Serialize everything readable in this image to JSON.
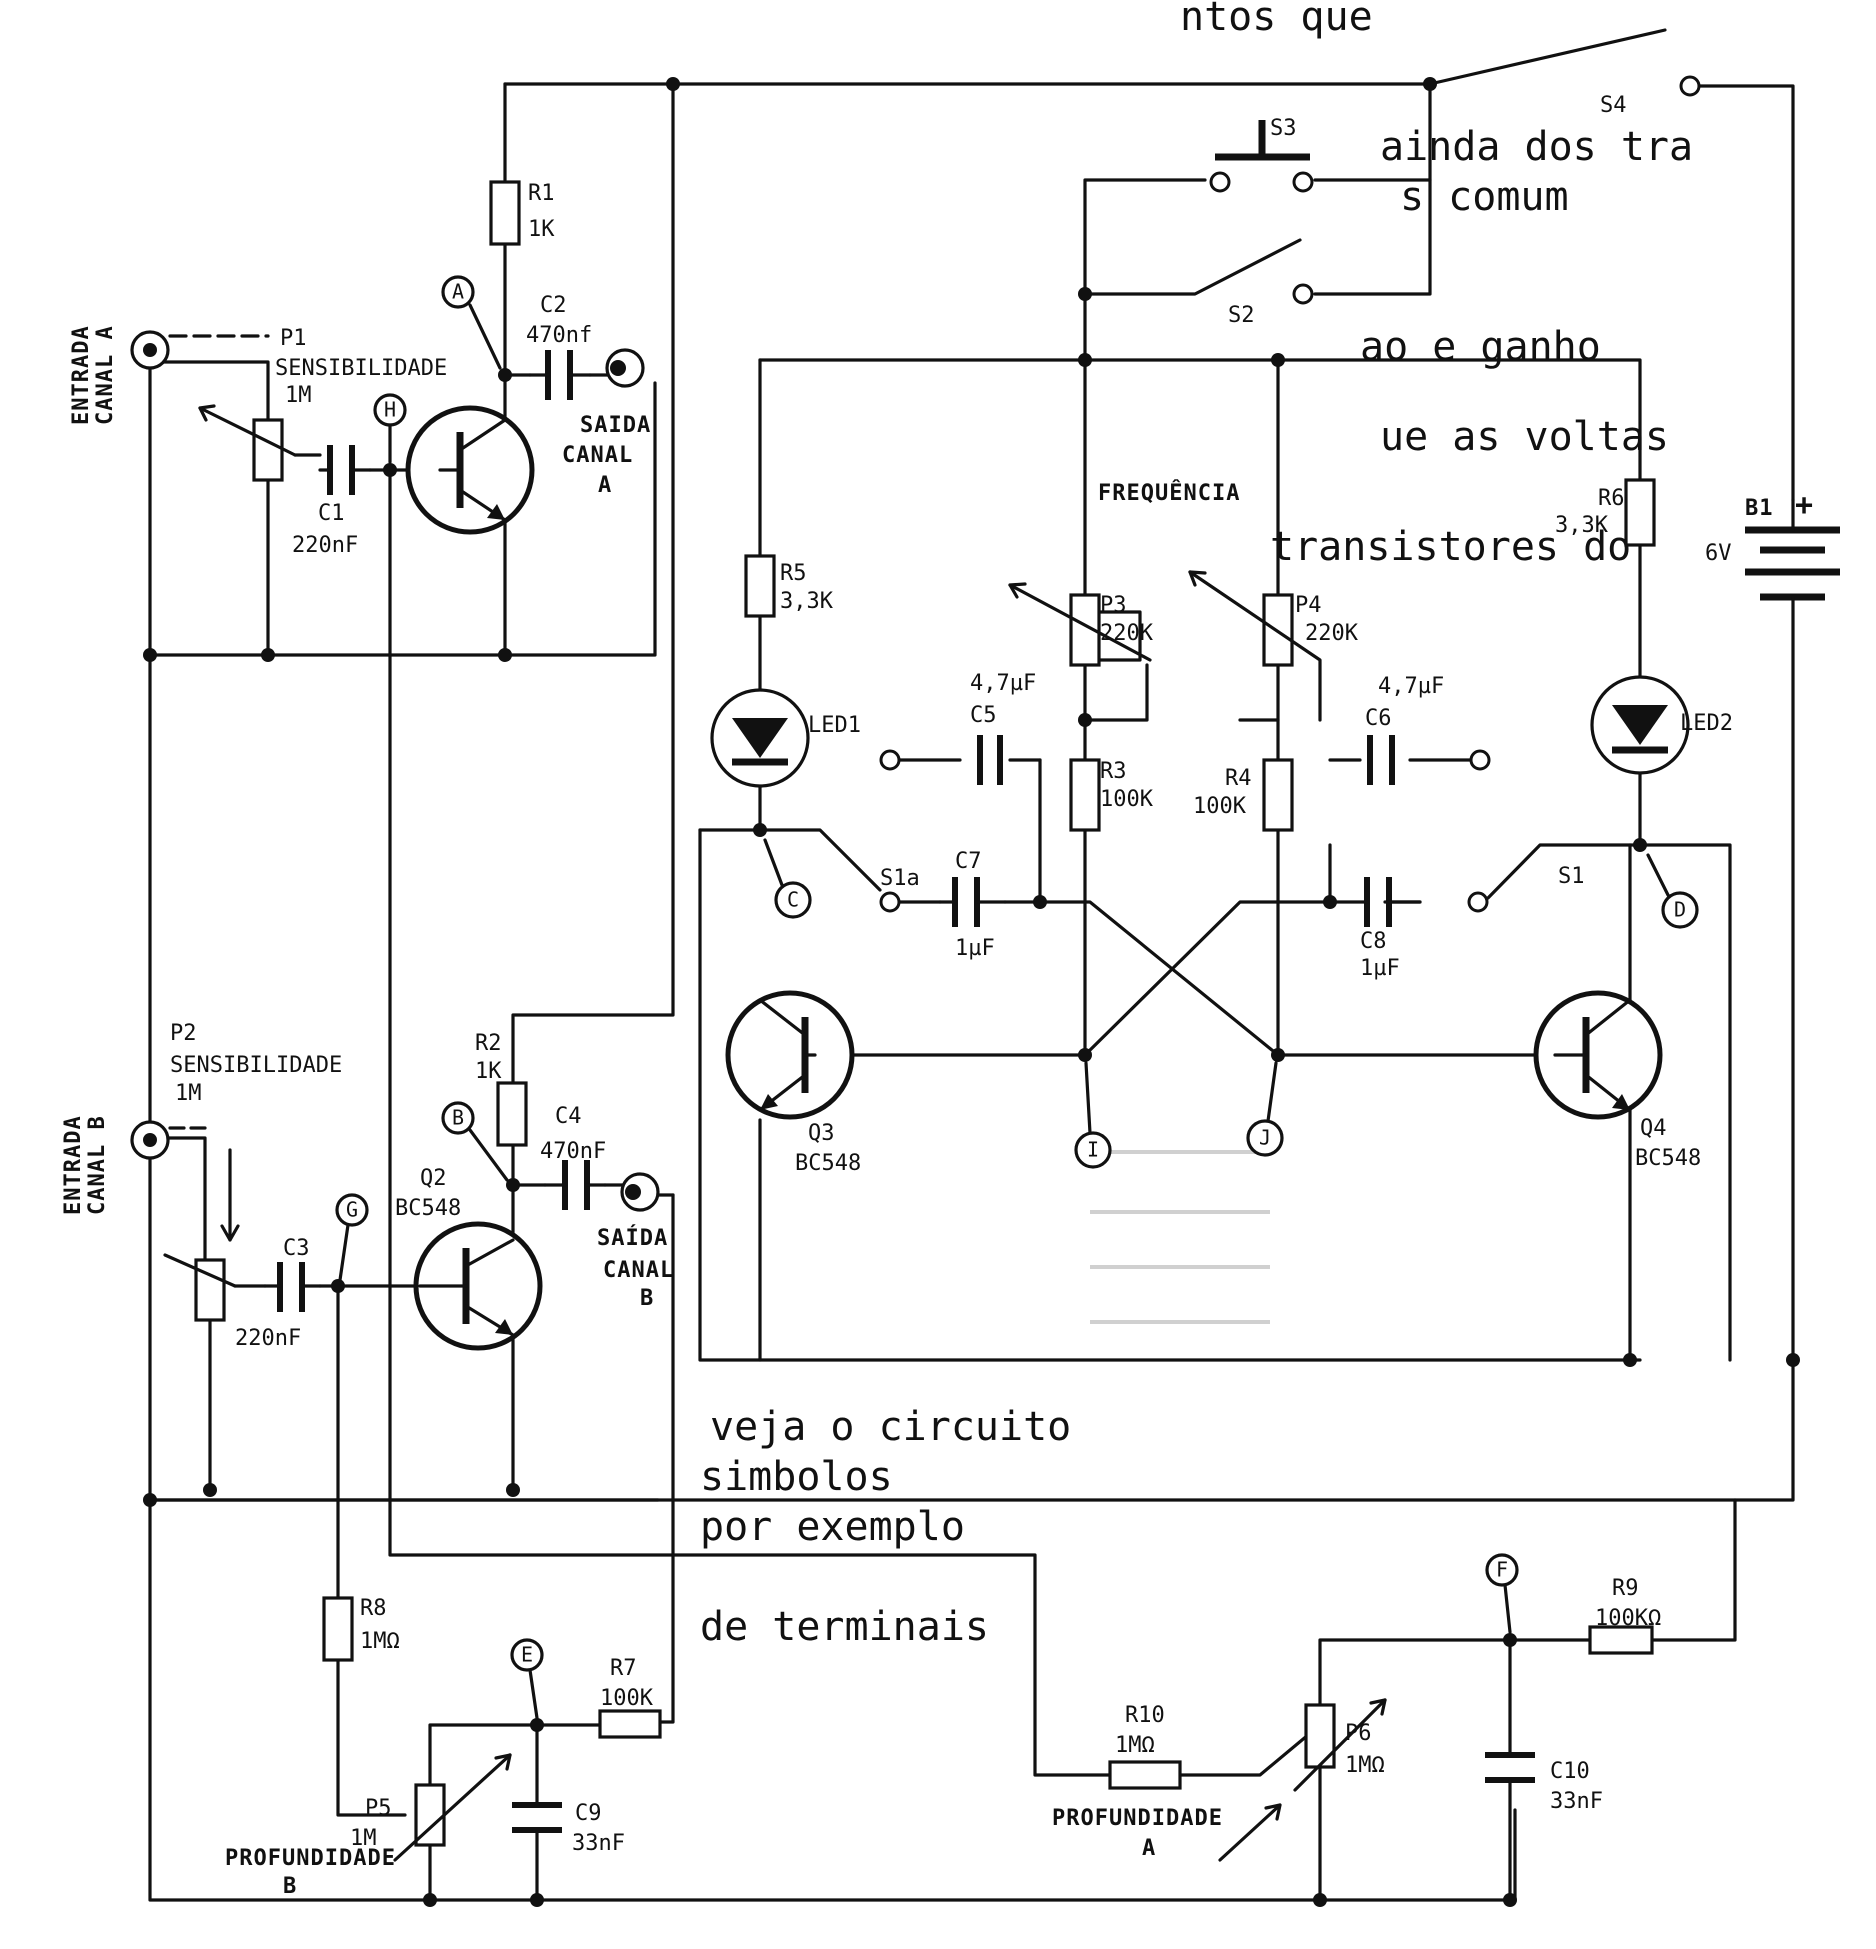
{
  "components": {
    "R1": {
      "name": "R1",
      "value": "1K"
    },
    "R2": {
      "name": "R2",
      "value": "1K"
    },
    "R3": {
      "name": "R3",
      "value": "100K"
    },
    "R4": {
      "name": "R4",
      "value": "100K"
    },
    "R5": {
      "name": "R5",
      "value": "3,3K"
    },
    "R6": {
      "name": "R6",
      "value": "3,3K"
    },
    "R7": {
      "name": "R7",
      "value": "100K"
    },
    "R8": {
      "name": "R8",
      "value": "1MΩ"
    },
    "R9": {
      "name": "R9",
      "value": "100KΩ"
    },
    "R10": {
      "name": "R10",
      "value": "1MΩ"
    },
    "C1": {
      "name": "C1",
      "value": "220nF"
    },
    "C2": {
      "name": "C2",
      "value": "470nf"
    },
    "C3": {
      "name": "C3",
      "value": "220nF"
    },
    "C4": {
      "name": "C4",
      "value": "470nF"
    },
    "C5": {
      "name": "C5",
      "value": "4,7µF"
    },
    "C6": {
      "name": "C6",
      "value": "4,7µF"
    },
    "C7": {
      "name": "C7",
      "value": "1µF"
    },
    "C8": {
      "name": "C8",
      "value": "1µF"
    },
    "C9": {
      "name": "C9",
      "value": "33nF"
    },
    "C10": {
      "name": "C10",
      "value": "33nF"
    },
    "P1": {
      "name": "P1",
      "function": "SENSIBILIDADE",
      "value": "1M"
    },
    "P2": {
      "name": "P2",
      "function": "SENSIBILIDADE",
      "value": "1M"
    },
    "P3": {
      "name": "P3",
      "value": "220K"
    },
    "P4": {
      "name": "P4",
      "value": "220K"
    },
    "P5": {
      "name": "P5",
      "value": "1M"
    },
    "P6": {
      "name": "P6",
      "value": "1MΩ"
    },
    "Q2": {
      "name": "Q2",
      "type": "BC548"
    },
    "Q3": {
      "name": "Q3",
      "type": "BC548"
    },
    "Q4": {
      "name": "Q4",
      "type": "BC548"
    },
    "LED1": {
      "name": "LED1"
    },
    "LED2": {
      "name": "LED2"
    },
    "B1": {
      "name": "B1",
      "voltage": "6V",
      "polarity": "+"
    },
    "S1": {
      "name": "S1"
    },
    "S1a": {
      "name": "S1a"
    },
    "S2": {
      "name": "S2"
    },
    "S3": {
      "name": "S3"
    },
    "S4": {
      "name": "S4"
    }
  },
  "labels": {
    "entrada_a_1": "ENTRADA",
    "entrada_a_2": "CANAL A",
    "entrada_b_1": "ENTRADA",
    "entrada_b_2": "CANAL B",
    "saida_a_1": "SAIDA",
    "saida_a_2": "CANAL",
    "saida_a_3": "A",
    "saida_b_1": "SAÍDA",
    "saida_b_2": "CANAL",
    "saida_b_3": "B",
    "frequencia": "FREQUÊNCIA",
    "profundidade_a": "PROFUNDIDADE",
    "profundidade_a_ch": "A",
    "profundidade_b": "PROFUNDIDADE",
    "profundidade_b_ch": "B"
  },
  "test_points": [
    "A",
    "B",
    "C",
    "D",
    "E",
    "F",
    "G",
    "H",
    "I",
    "J"
  ],
  "background_text": [
    "ntos que",
    "ainda dos tra",
    "s comum",
    "ao e ganho",
    "ue as voltas",
    "transistores do",
    "veja o circuito",
    "simbolos",
    "por exemplo",
    "de terminais"
  ]
}
